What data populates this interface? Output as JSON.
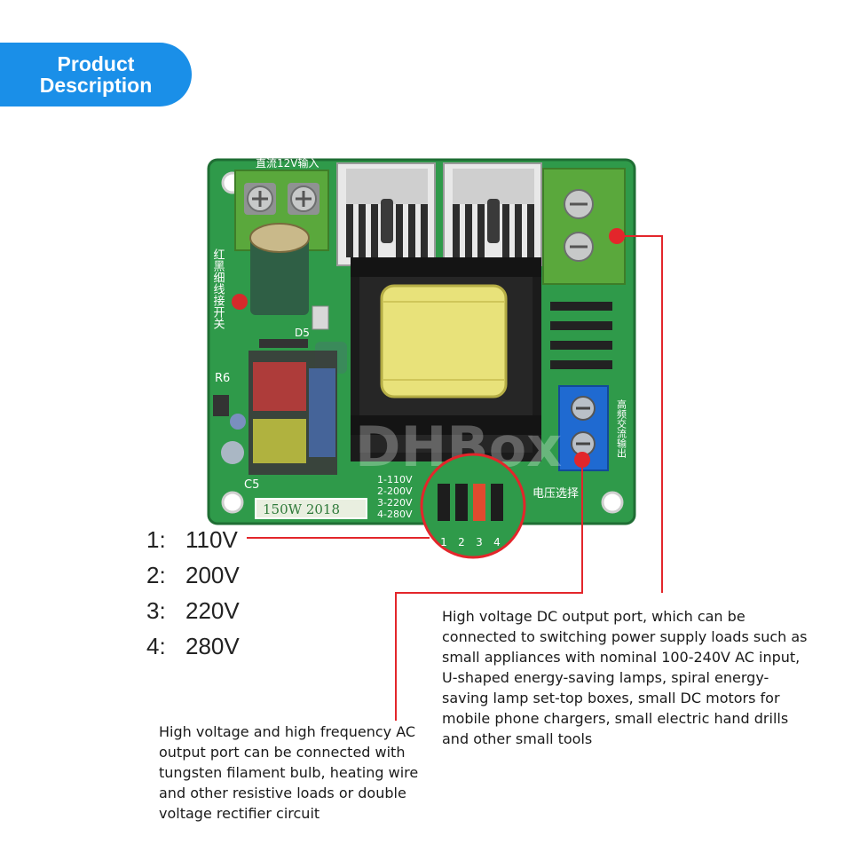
{
  "badge": {
    "title": "Product Description"
  },
  "board": {
    "silk_top": "直流12V输入",
    "silk_left": "红黑细线接开关",
    "silk_right": "高频交流输出",
    "model_label": "150W 2018",
    "voltage_select_label": "电压选择",
    "jumper_map": [
      "1-110V",
      "2-200V",
      "3-220V",
      "4-280V"
    ],
    "jumper_pins": [
      "1",
      "2",
      "3",
      "4"
    ],
    "refs": {
      "r6": "R6",
      "c5": "C5",
      "d5": "D5"
    },
    "watermark": "DHBox"
  },
  "voltage_options": [
    {
      "num": "1:",
      "value": "110V"
    },
    {
      "num": "2:",
      "value": "200V"
    },
    {
      "num": "3:",
      "value": "220V"
    },
    {
      "num": "4:",
      "value": "280V"
    }
  ],
  "descriptions": {
    "dc_output": "High voltage DC output port, which can be connected to switching power supply loads such as small appliances with nominal 100-240V AC input, U-shaped energy-saving lamps, spiral energy-saving lamp set-top boxes, small DC motors for mobile phone chargers, small electric hand drills and other small tools",
    "ac_output": "High voltage and high frequency AC output port can be connected with tungsten filament bulb, heating wire and other resistive loads or double voltage rectifier circuit"
  },
  "colors": {
    "badge_blue": "#1a8fe8",
    "pcb_green": "#2f9a4a",
    "callout_red": "#e3262b",
    "transformer_yellow": "#e8e27a",
    "terminal_green": "#5aa83c",
    "terminal_blue": "#1f6ad1"
  }
}
